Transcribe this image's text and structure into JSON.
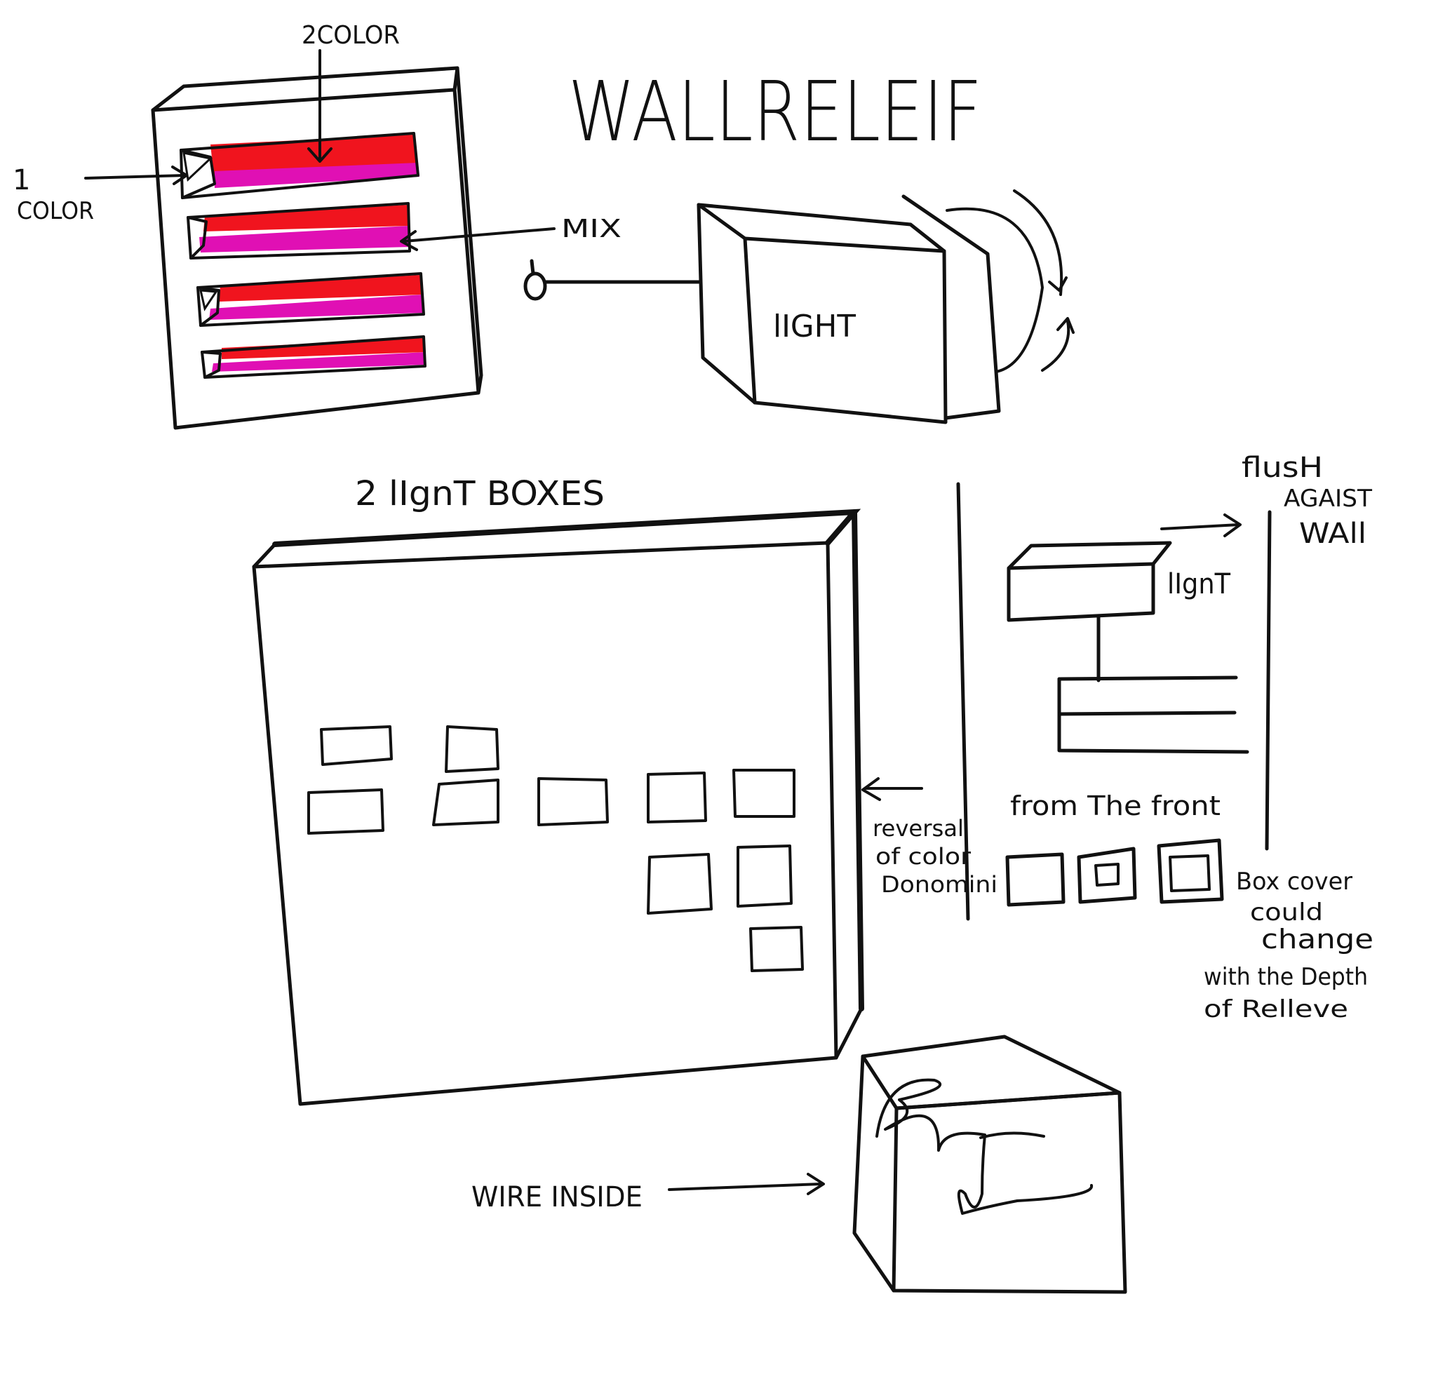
{
  "title": "WALLRELEIF",
  "labels": {
    "color1_num": "1",
    "color1_word": "COLOR",
    "color2": "2COLOR",
    "mix": "MIX",
    "light_top": "lIGHT",
    "light_boxes": "2 lIgnT BOXES",
    "flush_1": "flusH",
    "flush_2": "AGAIST",
    "flush_3": "WAll",
    "light_side": "lIgnT",
    "from_front": "from The front",
    "reversal_1": "reversal",
    "reversal_2": "of color",
    "reversal_3": "Donomini",
    "box_cover_1": "Box cover",
    "box_cover_2": "could",
    "box_cover_3": "change",
    "box_cover_4": "with the Depth",
    "box_cover_5": "of Relleve",
    "wire_inside": "WIRE INSIDE"
  },
  "colors": {
    "red": "#f0141e",
    "magenta": "#e010b4",
    "ink": "#111111",
    "paper": "#ffffff"
  }
}
